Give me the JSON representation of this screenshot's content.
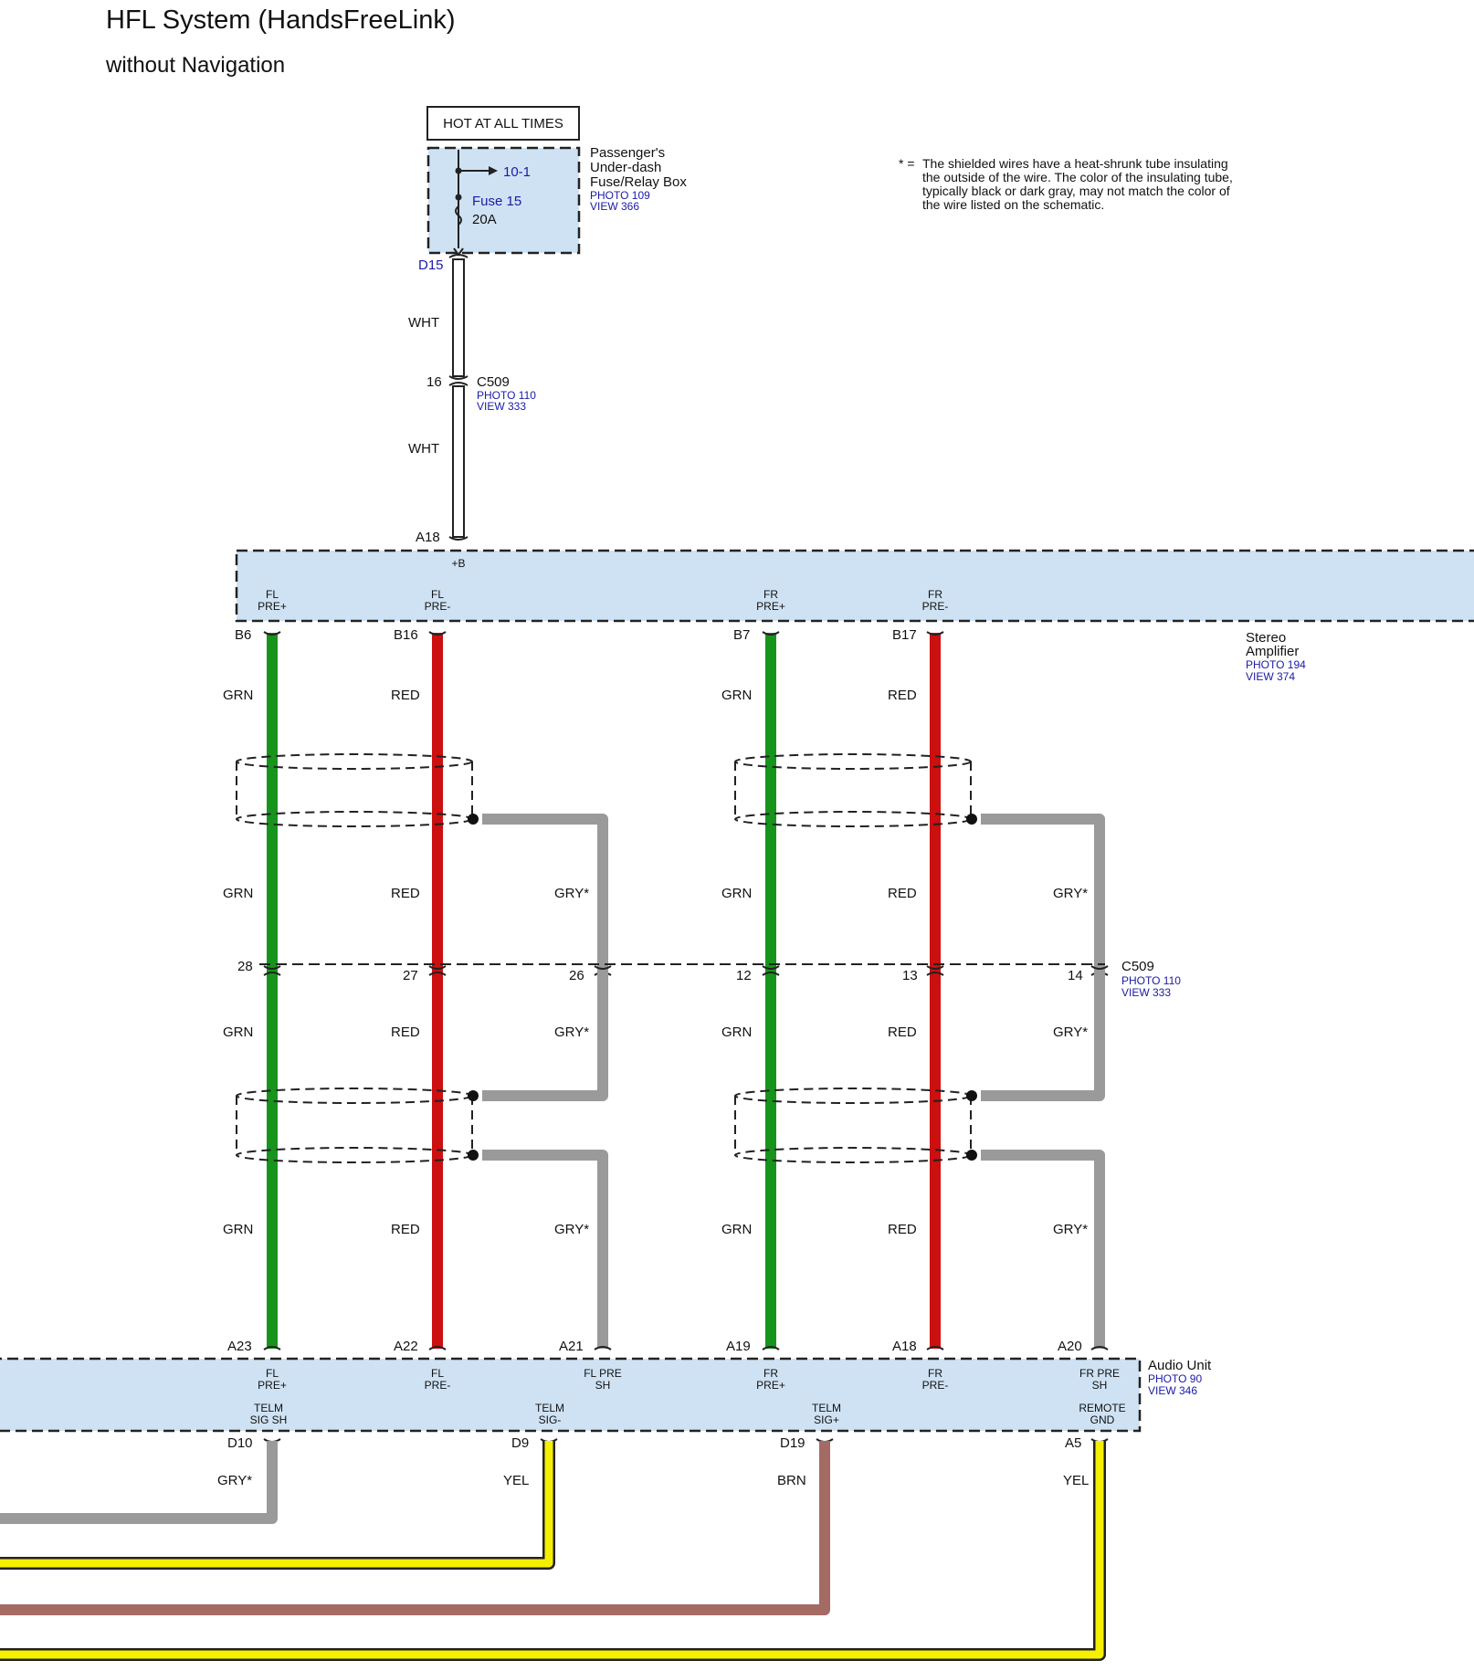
{
  "title": "HFL System (HandsFreeLink)",
  "subtitle": "without Navigation",
  "note": {
    "marker": "* =",
    "lines": [
      "The shielded wires have a heat-shrunk tube insulating",
      "the outside of the wire. The color of the insulating tube,",
      "typically black or dark gray, may not match the color of",
      "the wire listed on the schematic."
    ]
  },
  "colors": {
    "panel_fill": "#cfe2f3",
    "GRN": "#17941c",
    "RED": "#cc0f0f",
    "GRY": "#9a9a9a",
    "YEL": "#f5f000",
    "BRN": "#a46a64",
    "WHT": "#ffffff"
  },
  "power": {
    "hot_label": "HOT AT ALL TIMES",
    "ref": "10-1",
    "fuse_name": "Fuse 15",
    "fuse_rating": "20A",
    "box_name_lines": [
      "Passenger's",
      "Under-dash",
      "Fuse/Relay Box"
    ],
    "box_photo": "PHOTO 109",
    "box_view": "VIEW 366",
    "pin_out": "D15",
    "wire1_color": "WHT",
    "c509_pin": "16",
    "wire2_color": "WHT",
    "amp_pin": "A18",
    "amp_terminal": "+B"
  },
  "connector_c509_top": {
    "name": "C509",
    "photo": "PHOTO 110",
    "view": "VIEW 333"
  },
  "connector_c509_mid": {
    "name": "C509",
    "photo": "PHOTO 110",
    "view": "VIEW 333"
  },
  "stereo_amp": {
    "name_lines": [
      "Stereo",
      "Amplifier"
    ],
    "photo": "PHOTO 194",
    "view": "VIEW 374",
    "terminals": [
      {
        "l1": "FL",
        "l2": "PRE+",
        "pin": "B6"
      },
      {
        "l1": "FL",
        "l2": "PRE-",
        "pin": "B16"
      },
      {
        "l1": "FR",
        "l2": "PRE+",
        "pin": "B7"
      },
      {
        "l1": "FR",
        "l2": "PRE-",
        "pin": "B17"
      }
    ]
  },
  "wires": [
    {
      "color": "GRN",
      "c509_pin": "28",
      "au_pin": "A23"
    },
    {
      "color": "RED",
      "c509_pin": "27",
      "au_pin": "A22"
    },
    {
      "color": "GRY*",
      "c509_pin": "26",
      "au_pin": "A21"
    },
    {
      "color": "GRN",
      "c509_pin": "12",
      "au_pin": "A19"
    },
    {
      "color": "RED",
      "c509_pin": "13",
      "au_pin": "A18"
    },
    {
      "color": "GRY*",
      "c509_pin": "14",
      "au_pin": "A20"
    }
  ],
  "audio_unit": {
    "name": "Audio Unit",
    "photo": "PHOTO 90",
    "view": "VIEW 346",
    "top_terminals": [
      {
        "l1": "FL",
        "l2": "PRE+"
      },
      {
        "l1": "FL",
        "l2": "PRE-"
      },
      {
        "l1": "FL PRE",
        "l2": "SH"
      },
      {
        "l1": "FR",
        "l2": "PRE+"
      },
      {
        "l1": "FR",
        "l2": "PRE-"
      },
      {
        "l1": "FR PRE",
        "l2": "SH"
      }
    ],
    "bottom_terminals": [
      {
        "l1": "TELM",
        "l2": "SIG SH",
        "pin": "D10",
        "wire": "GRY*"
      },
      {
        "l1": "TELM",
        "l2": "SIG-",
        "pin": "D9",
        "wire": "YEL"
      },
      {
        "l1": "TELM",
        "l2": "SIG+",
        "pin": "D19",
        "wire": "BRN"
      },
      {
        "l1": "REMOTE",
        "l2": "GND",
        "pin": "A5",
        "wire": "YEL"
      }
    ]
  }
}
